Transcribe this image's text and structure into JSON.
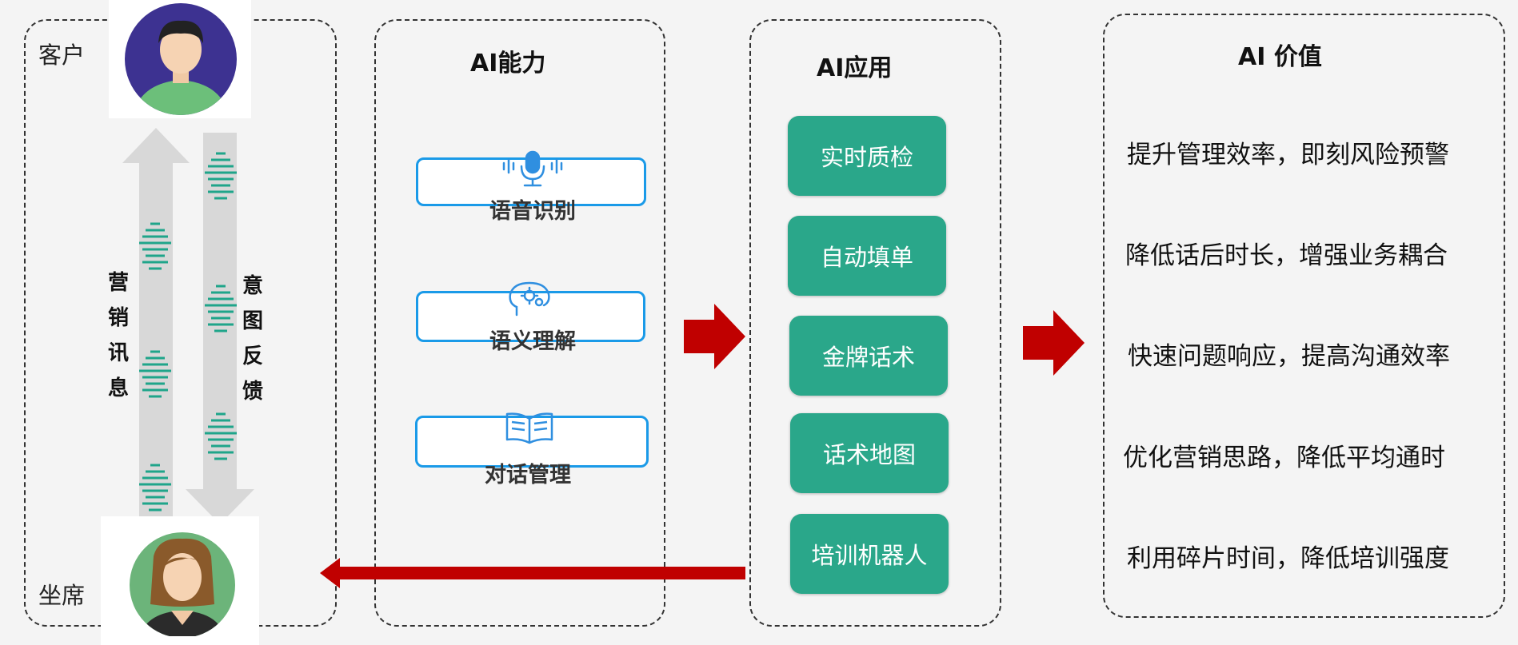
{
  "left_panel": {
    "customer_label": "客户",
    "agent_label": "坐席",
    "marketing_info": [
      "营",
      "销",
      "讯",
      "息"
    ],
    "intent_feedback": [
      "意",
      "图",
      "反",
      "馈"
    ]
  },
  "ai_capability": {
    "title": "AI能力",
    "items": [
      {
        "label": "语音识别",
        "icon": "microphone-icon"
      },
      {
        "label": "语义理解",
        "icon": "brain-gear-icon"
      },
      {
        "label": "对话管理",
        "icon": "open-book-icon"
      }
    ]
  },
  "ai_application": {
    "title": "AI应用",
    "items": [
      "实时质检",
      "自动填单",
      "金牌话术",
      "话术地图",
      "培训机器人"
    ]
  },
  "ai_value": {
    "title": "AI 价值",
    "items": [
      "提升管理效率，即刻风险预警",
      "降低话后时长，增强业务耦合",
      "快速问题响应，提高沟通效率",
      "优化营销思路，降低平均通时",
      "利用碎片时间，降低培训强度"
    ]
  },
  "colors": {
    "accent_red": "#c00000",
    "app_green": "#2aa78a",
    "capability_blue": "#1a9ae8",
    "wave_teal": "#1fa58a"
  }
}
